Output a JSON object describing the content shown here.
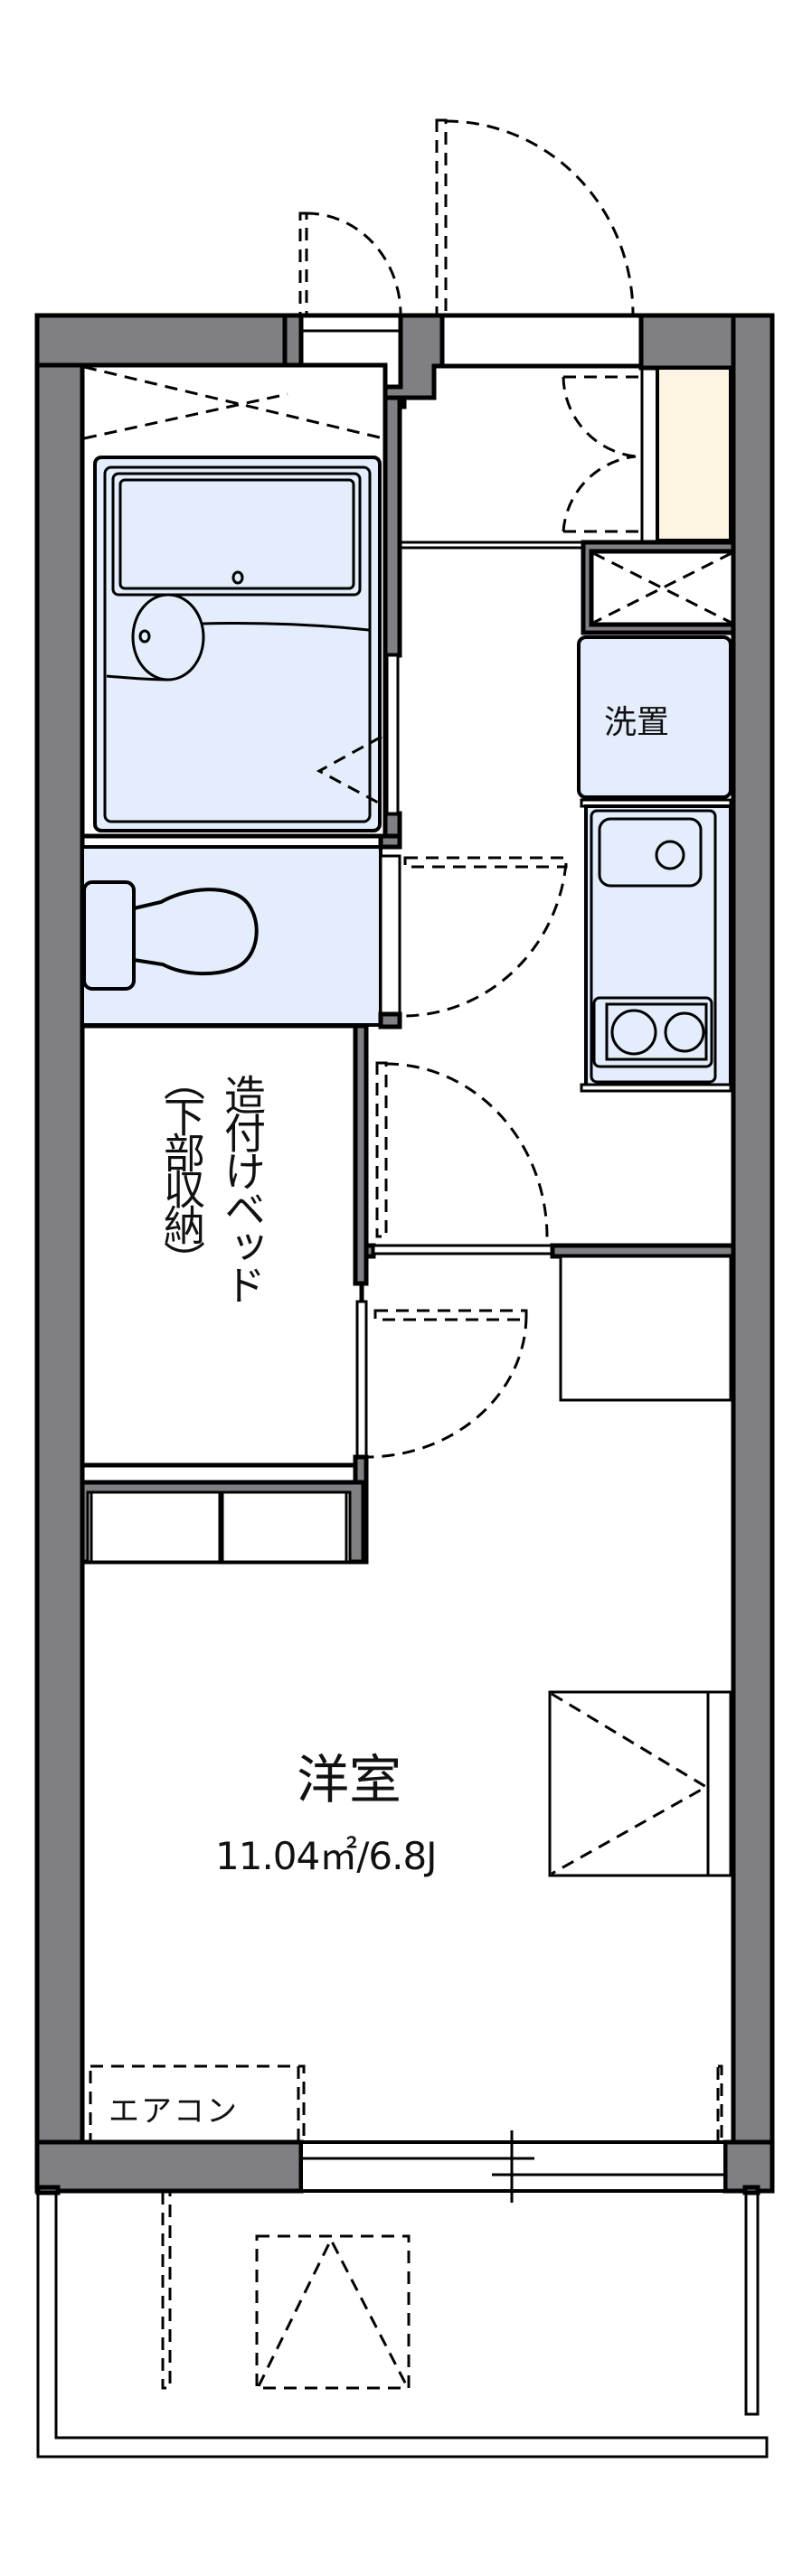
{
  "floorplan": {
    "rooms": {
      "western_room": {
        "name": "洋室",
        "area": "11.04㎡/6.8J"
      },
      "washer_space": {
        "label": "洗置"
      },
      "built_in_bed": {
        "line1": "造付けベッド",
        "line2": "（下部収納）"
      },
      "air_conditioner": {
        "label": "エアコン"
      }
    },
    "colors": {
      "wall": "#808084",
      "fixture_fill": "#e3edfb",
      "shoe_cabinet_fill": "#fff4e2",
      "line": "#000000"
    }
  }
}
